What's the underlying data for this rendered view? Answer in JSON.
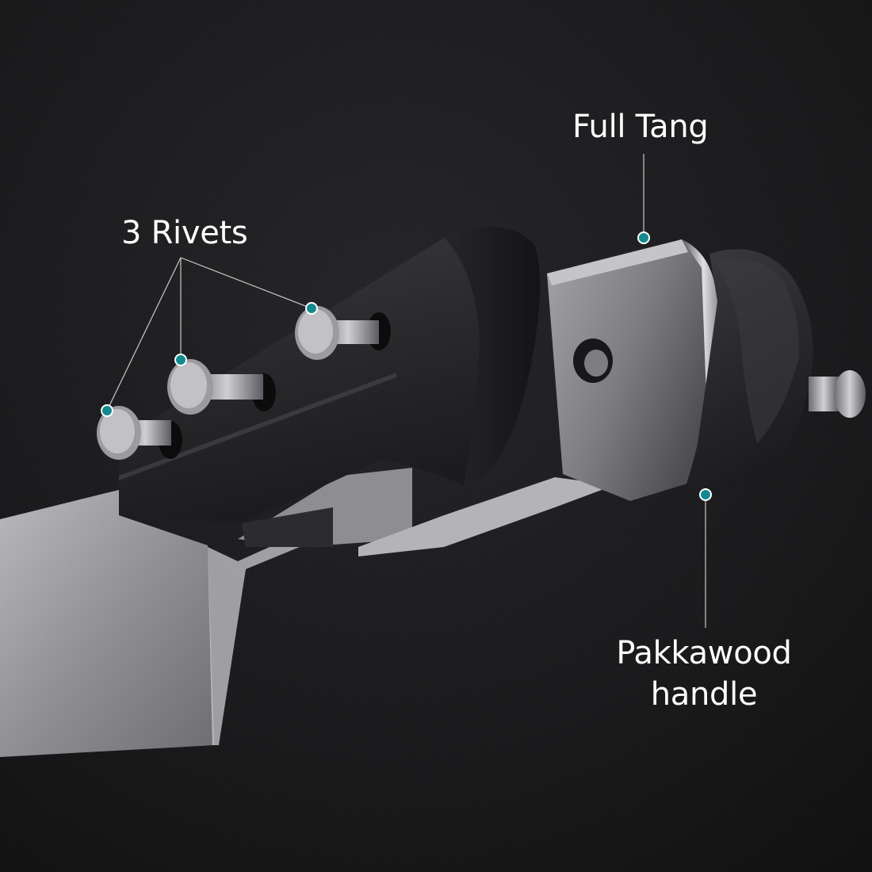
{
  "callouts": {
    "rivets": {
      "label": "3 Rivets"
    },
    "tang": {
      "label": "Full Tang"
    },
    "handle": {
      "line1": "Pakkawood",
      "line2": "handle"
    }
  },
  "colors": {
    "background": "#0a0a0b",
    "marker": "#138a8e",
    "marker_ring": "#ffffff",
    "leader_line": "#c9c9c9",
    "label_text": "#ffffff",
    "handle_wood": "#2a2a2d",
    "steel": "#a8a8ac"
  }
}
